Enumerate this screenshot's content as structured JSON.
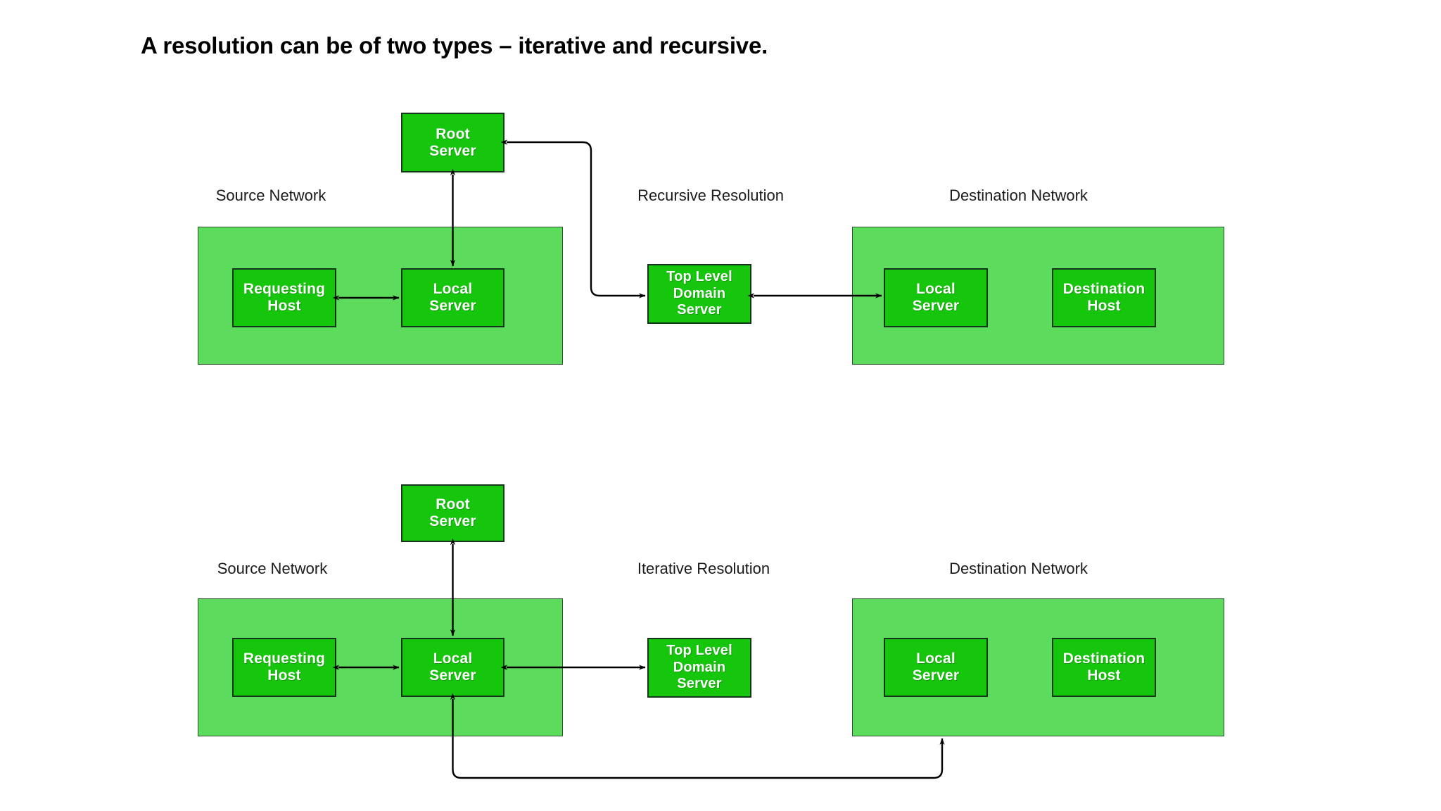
{
  "title": "A resolution can be of two types – iterative and recursive.",
  "theme": {
    "page_background": "#ffffff",
    "container_green": "#5ddb5d",
    "node_green": "#16c60c",
    "node_border": "#14351a",
    "container_border": "#2f4f2f",
    "node_text": "#ffffff",
    "label_text": "#1a1a1a",
    "connector": "#000000"
  },
  "diagrams": [
    {
      "id": "recursive",
      "captions": {
        "source": "Source Network",
        "middle": "Recursive Resolution",
        "destination": "Destination Network"
      },
      "nodes": {
        "root_server": "Root\nServer",
        "root_server_lines": [
          "Root",
          "Server"
        ],
        "requesting_host_lines": [
          "Requesting",
          "Host"
        ],
        "source_local_server_lines": [
          "Local",
          "Server"
        ],
        "tld_server_lines": [
          "Top Level",
          "Domain",
          "Server"
        ],
        "dest_local_server_lines": [
          "Local",
          "Server"
        ],
        "destination_host_lines": [
          "Destination",
          "Host"
        ]
      },
      "connectors": [
        {
          "name": "root-to-local-server",
          "from": "Root Server",
          "to": "Local Server",
          "direction": "bidirectional",
          "shape": "vertical"
        },
        {
          "name": "requesting-host-to-local-server",
          "from": "Requesting Host",
          "to": "Local Server",
          "direction": "bidirectional",
          "shape": "horizontal"
        },
        {
          "name": "tld-to-root-server",
          "from": "Top Level Domain Server",
          "to": "Root Server",
          "direction": "bidirectional",
          "shape": "orthogonal-rounded"
        },
        {
          "name": "tld-to-dest-local-server",
          "from": "Top Level Domain Server",
          "to": "Local Server",
          "direction": "bidirectional",
          "shape": "horizontal"
        }
      ]
    },
    {
      "id": "iterative",
      "captions": {
        "source": "Source Network",
        "middle": "Iterative Resolution",
        "destination": "Destination Network"
      },
      "nodes": {
        "root_server_lines": [
          "Root",
          "Server"
        ],
        "requesting_host_lines": [
          "Requesting",
          "Host"
        ],
        "source_local_server_lines": [
          "Local",
          "Server"
        ],
        "tld_server_lines": [
          "Top Level",
          "Domain",
          "Server"
        ],
        "dest_local_server_lines": [
          "Local",
          "Server"
        ],
        "destination_host_lines": [
          "Destination",
          "Host"
        ]
      },
      "connectors": [
        {
          "name": "root-to-local-server",
          "from": "Root Server",
          "to": "Local Server",
          "direction": "bidirectional",
          "shape": "vertical"
        },
        {
          "name": "requesting-host-to-local-server",
          "from": "Requesting Host",
          "to": "Local Server",
          "direction": "bidirectional",
          "shape": "horizontal"
        },
        {
          "name": "local-server-to-tld",
          "from": "Local Server",
          "to": "Top Level Domain Server",
          "direction": "bidirectional",
          "shape": "horizontal"
        },
        {
          "name": "destination-network-to-local-server",
          "from": "Destination Network",
          "to": "Local Server",
          "direction": "bidirectional",
          "shape": "orthogonal-rounded-loop"
        }
      ]
    }
  ]
}
